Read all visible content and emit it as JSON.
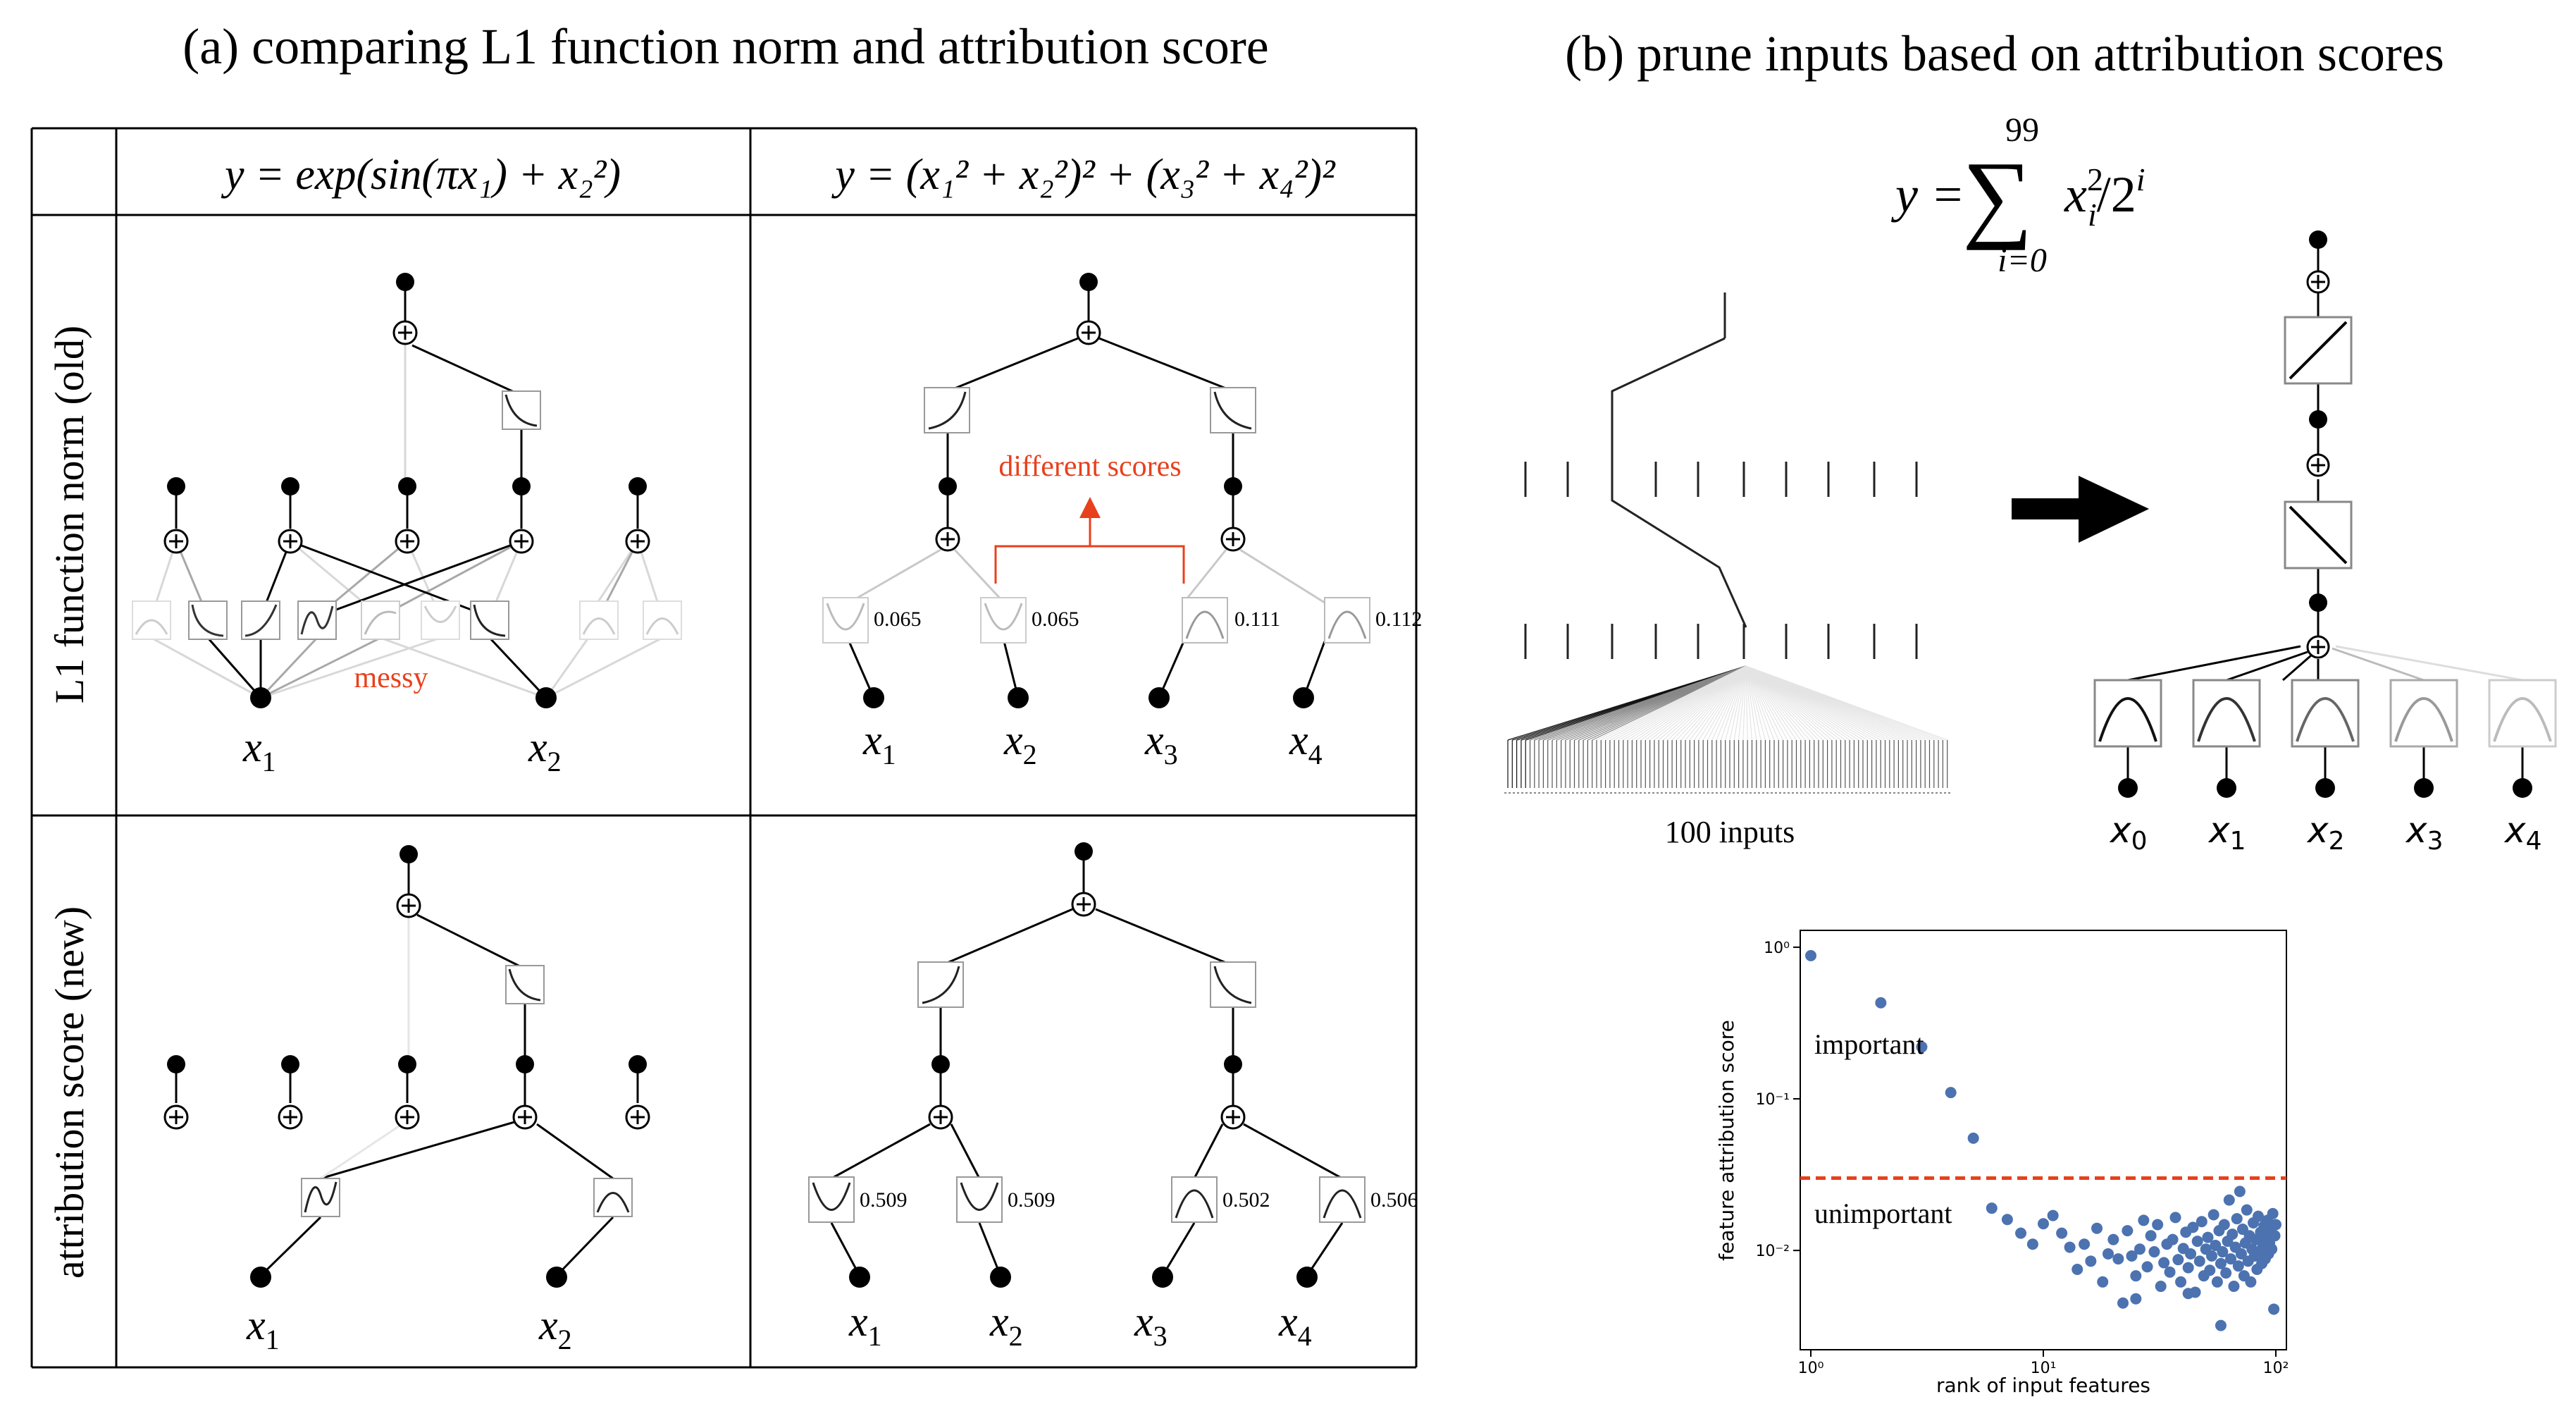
{
  "panel_a": {
    "title": "(a) comparing L1 function norm and attribution score",
    "col1_formula": "y = exp(sin(πx₁) + x₂²)",
    "col2_formula": "y = (x₁² + x₂²)² + (x₃² + x₄²)²",
    "row1_label": "L1 function norm (old)",
    "row2_label": "attribution score (new)",
    "messy_label": "messy",
    "different_scores_label": "different scores",
    "old_scores": [
      "0.065",
      "0.065",
      "0.111",
      "0.112"
    ],
    "new_scores": [
      "0.509",
      "0.509",
      "0.502",
      "0.506"
    ],
    "inputs_2": [
      "x",
      "x"
    ],
    "inputs_4": [
      "x",
      "x",
      "x",
      "x"
    ],
    "subscripts_2": [
      "1",
      "2"
    ],
    "subscripts_4": [
      "1",
      "2",
      "3",
      "4"
    ],
    "plus_symbol": "+"
  },
  "panel_b": {
    "title": "(b) prune inputs based on attribution scores",
    "formula_lhs": "y =",
    "formula_sum": "∑",
    "formula_upper": "99",
    "formula_lower": "i=0",
    "formula_body": "x",
    "formula_sup": "2",
    "formula_sub": "i",
    "formula_tail": "/2",
    "formula_tail_sup": "i",
    "inputs_caption": "100 inputs",
    "pruned_inputs": [
      "x",
      "x",
      "x",
      "x",
      "x"
    ],
    "pruned_subscripts": [
      "0",
      "1",
      "2",
      "3",
      "4"
    ]
  },
  "chart_data": {
    "type": "scatter",
    "xlabel": "rank of input features",
    "ylabel": "feature attribution score",
    "xscale": "log",
    "yscale": "log",
    "xlim": [
      1,
      100
    ],
    "ylim": [
      0.0026,
      1.1
    ],
    "x_tick_labels": [
      "10⁰",
      "10¹",
      "10²"
    ],
    "y_tick_labels": [
      "10⁰",
      "10⁻¹",
      "10⁻²"
    ],
    "threshold": 0.03,
    "threshold_color": "#e8401c",
    "point_color": "#4c72b0",
    "annotations": [
      "important",
      "unimportant"
    ],
    "important_points": [
      {
        "x": 1,
        "y": 0.88
      },
      {
        "x": 2,
        "y": 0.43
      },
      {
        "x": 3,
        "y": 0.22
      },
      {
        "x": 4,
        "y": 0.11
      },
      {
        "x": 5,
        "y": 0.055
      }
    ],
    "unimportant_points": [
      {
        "x": 6,
        "y": 0.019
      },
      {
        "x": 7,
        "y": 0.016
      },
      {
        "x": 8,
        "y": 0.013
      },
      {
        "x": 9,
        "y": 0.011
      },
      {
        "x": 10,
        "y": 0.015
      },
      {
        "x": 11,
        "y": 0.017
      },
      {
        "x": 12,
        "y": 0.013
      },
      {
        "x": 13,
        "y": 0.0105
      },
      {
        "x": 14,
        "y": 0.0075
      },
      {
        "x": 15,
        "y": 0.011
      },
      {
        "x": 16,
        "y": 0.0085
      },
      {
        "x": 17,
        "y": 0.014
      },
      {
        "x": 18,
        "y": 0.0062
      },
      {
        "x": 19,
        "y": 0.0095
      },
      {
        "x": 20,
        "y": 0.0118
      },
      {
        "x": 21,
        "y": 0.0088
      },
      {
        "x": 22,
        "y": 0.0045
      },
      {
        "x": 23,
        "y": 0.0135
      },
      {
        "x": 24,
        "y": 0.0092
      },
      {
        "x": 25,
        "y": 0.0068
      },
      {
        "x": 26,
        "y": 0.0102
      },
      {
        "x": 27,
        "y": 0.0158
      },
      {
        "x": 28,
        "y": 0.0078
      },
      {
        "x": 29,
        "y": 0.0125
      },
      {
        "x": 30,
        "y": 0.0098
      },
      {
        "x": 31,
        "y": 0.0148
      },
      {
        "x": 32,
        "y": 0.0058
      },
      {
        "x": 33,
        "y": 0.0083
      },
      {
        "x": 34,
        "y": 0.011
      },
      {
        "x": 35,
        "y": 0.0072
      },
      {
        "x": 36,
        "y": 0.0118
      },
      {
        "x": 37,
        "y": 0.0165
      },
      {
        "x": 38,
        "y": 0.0087
      },
      {
        "x": 39,
        "y": 0.0062
      },
      {
        "x": 40,
        "y": 0.0103
      },
      {
        "x": 41,
        "y": 0.0132
      },
      {
        "x": 42,
        "y": 0.0077
      },
      {
        "x": 43,
        "y": 0.0095
      },
      {
        "x": 44,
        "y": 0.0142
      },
      {
        "x": 45,
        "y": 0.0053
      },
      {
        "x": 46,
        "y": 0.0115
      },
      {
        "x": 47,
        "y": 0.0085
      },
      {
        "x": 48,
        "y": 0.0155
      },
      {
        "x": 49,
        "y": 0.0068
      },
      {
        "x": 50,
        "y": 0.0102
      },
      {
        "x": 51,
        "y": 0.0122
      },
      {
        "x": 52,
        "y": 0.0074
      },
      {
        "x": 53,
        "y": 0.0092
      },
      {
        "x": 54,
        "y": 0.0172
      },
      {
        "x": 55,
        "y": 0.0108
      },
      {
        "x": 56,
        "y": 0.0062
      },
      {
        "x": 57,
        "y": 0.0135
      },
      {
        "x": 58,
        "y": 0.0082
      },
      {
        "x": 59,
        "y": 0.0098
      },
      {
        "x": 60,
        "y": 0.0148
      },
      {
        "x": 61,
        "y": 0.0071
      },
      {
        "x": 62,
        "y": 0.0115
      },
      {
        "x": 63,
        "y": 0.0215
      },
      {
        "x": 64,
        "y": 0.0088
      },
      {
        "x": 65,
        "y": 0.0128
      },
      {
        "x": 66,
        "y": 0.0058
      },
      {
        "x": 67,
        "y": 0.0105
      },
      {
        "x": 68,
        "y": 0.0162
      },
      {
        "x": 69,
        "y": 0.0079
      },
      {
        "x": 70,
        "y": 0.0245
      },
      {
        "x": 71,
        "y": 0.0095
      },
      {
        "x": 72,
        "y": 0.0138
      },
      {
        "x": 73,
        "y": 0.0068
      },
      {
        "x": 74,
        "y": 0.0112
      },
      {
        "x": 75,
        "y": 0.0185
      },
      {
        "x": 76,
        "y": 0.0085
      },
      {
        "x": 77,
        "y": 0.0125
      },
      {
        "x": 78,
        "y": 0.0062
      },
      {
        "x": 79,
        "y": 0.0102
      },
      {
        "x": 80,
        "y": 0.0152
      },
      {
        "x": 81,
        "y": 0.0092
      },
      {
        "x": 82,
        "y": 0.0118
      },
      {
        "x": 83,
        "y": 0.0075
      },
      {
        "x": 84,
        "y": 0.0168
      },
      {
        "x": 85,
        "y": 0.0098
      },
      {
        "x": 86,
        "y": 0.0132
      },
      {
        "x": 87,
        "y": 0.0082
      },
      {
        "x": 88,
        "y": 0.0108
      },
      {
        "x": 89,
        "y": 0.0145
      },
      {
        "x": 90,
        "y": 0.0088
      },
      {
        "x": 91,
        "y": 0.0122
      },
      {
        "x": 92,
        "y": 0.0158
      },
      {
        "x": 93,
        "y": 0.0095
      },
      {
        "x": 94,
        "y": 0.0112
      },
      {
        "x": 95,
        "y": 0.0138
      },
      {
        "x": 96,
        "y": 0.0102
      },
      {
        "x": 97,
        "y": 0.0175
      },
      {
        "x": 98,
        "y": 0.0041
      },
      {
        "x": 99,
        "y": 0.0125
      },
      {
        "x": 100,
        "y": 0.0148
      },
      {
        "x": 58,
        "y": 0.0032
      },
      {
        "x": 25,
        "y": 0.0048
      },
      {
        "x": 42,
        "y": 0.0052
      }
    ]
  }
}
